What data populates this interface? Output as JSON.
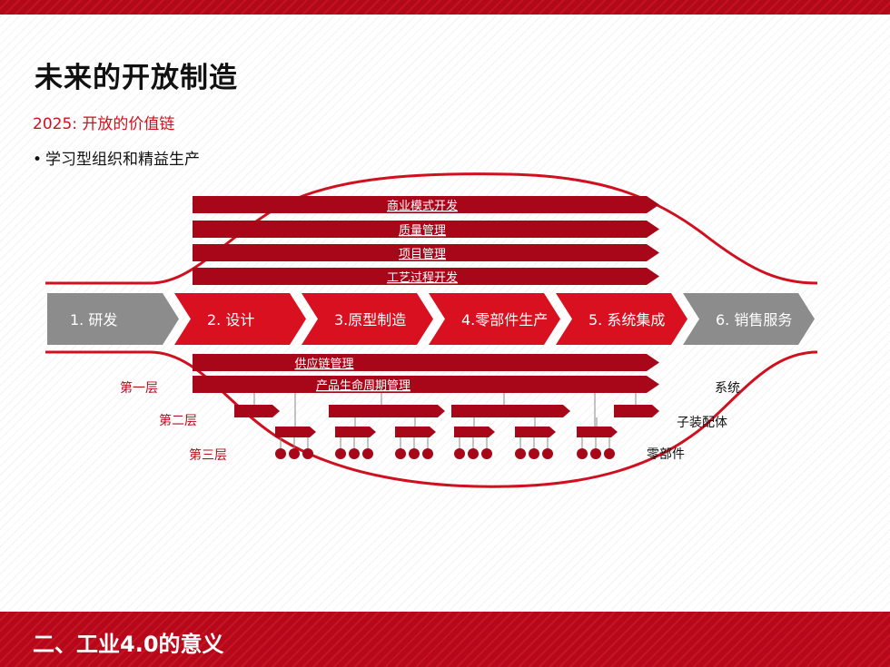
{
  "title": "未来的开放制造",
  "subtitle": "2025: 开放的价值链",
  "bullet": "学习型组织和精益生产",
  "footer": "二、工业4.0的意义",
  "colors": {
    "accent": "#d0101e",
    "dark_red": "#a8071a",
    "gray": "#8c8c8c"
  },
  "top_bars": [
    "商业模式开发",
    "质量管理",
    "项目管理",
    "工艺过程开发"
  ],
  "stages": [
    {
      "label": "1. 研发",
      "color": "#8c8c8c"
    },
    {
      "label": "2. 设计",
      "color": "#d8101f"
    },
    {
      "label": "3.原型制造",
      "color": "#d8101f"
    },
    {
      "label": "4.零部件生产",
      "color": "#d8101f"
    },
    {
      "label": "5. 系统集成",
      "color": "#d8101f"
    },
    {
      "label": "6. 销售服务",
      "color": "#8c8c8c"
    }
  ],
  "bottom_bars": [
    "供应链管理",
    "产品生命周期管理"
  ],
  "tiers_left": [
    "第一层",
    "第二层",
    "第三层"
  ],
  "tiers_right": [
    "系统",
    "子装配体",
    "零部件"
  ]
}
